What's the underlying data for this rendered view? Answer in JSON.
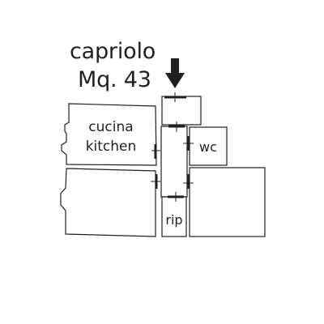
{
  "title": {
    "name": "capriolo",
    "area": "Mq. 43"
  },
  "rooms": {
    "kitchen_it": "cucina",
    "kitchen_en": "kitchen",
    "bathroom": "wc",
    "storage": "rip"
  },
  "entrance_marker": "arrow-down-icon",
  "colors": {
    "ink": "#231f20",
    "background": "#ffffff"
  }
}
